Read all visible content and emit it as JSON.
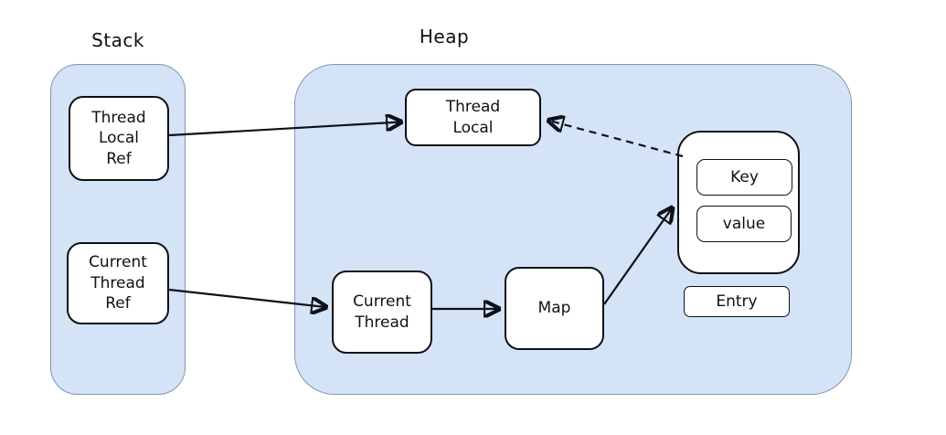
{
  "diagram": {
    "regions": {
      "stack": {
        "label": "Stack"
      },
      "heap": {
        "label": "Heap"
      }
    },
    "nodes": {
      "thread_local_ref": {
        "label": "Thread\nLocal\nRef",
        "region": "stack"
      },
      "current_thread_ref": {
        "label": "Current\nThread\nRef",
        "region": "stack"
      },
      "thread_local": {
        "label": "Thread\nLocal",
        "region": "heap"
      },
      "current_thread": {
        "label": "Current\nThread",
        "region": "heap"
      },
      "map": {
        "label": "Map",
        "region": "heap"
      },
      "key": {
        "label": "Key",
        "region": "heap"
      },
      "value": {
        "label": "value",
        "region": "heap"
      },
      "entry": {
        "label": "Entry",
        "region": "heap"
      }
    },
    "edges": [
      {
        "from": "thread_local_ref",
        "to": "thread_local",
        "style": "solid"
      },
      {
        "from": "current_thread_ref",
        "to": "current_thread",
        "style": "solid"
      },
      {
        "from": "current_thread",
        "to": "map",
        "style": "solid"
      },
      {
        "from": "map",
        "to": "entry",
        "style": "solid"
      },
      {
        "from": "entry",
        "to": "thread_local",
        "style": "dashed"
      }
    ],
    "colors": {
      "background": "#ffffff",
      "region_fill": "#d5e3f7",
      "region_border": "#7f97ae",
      "node_fill": "#ffffff",
      "node_border": "#0d1117",
      "arrow": "#0d1117",
      "text": "#111111"
    }
  }
}
